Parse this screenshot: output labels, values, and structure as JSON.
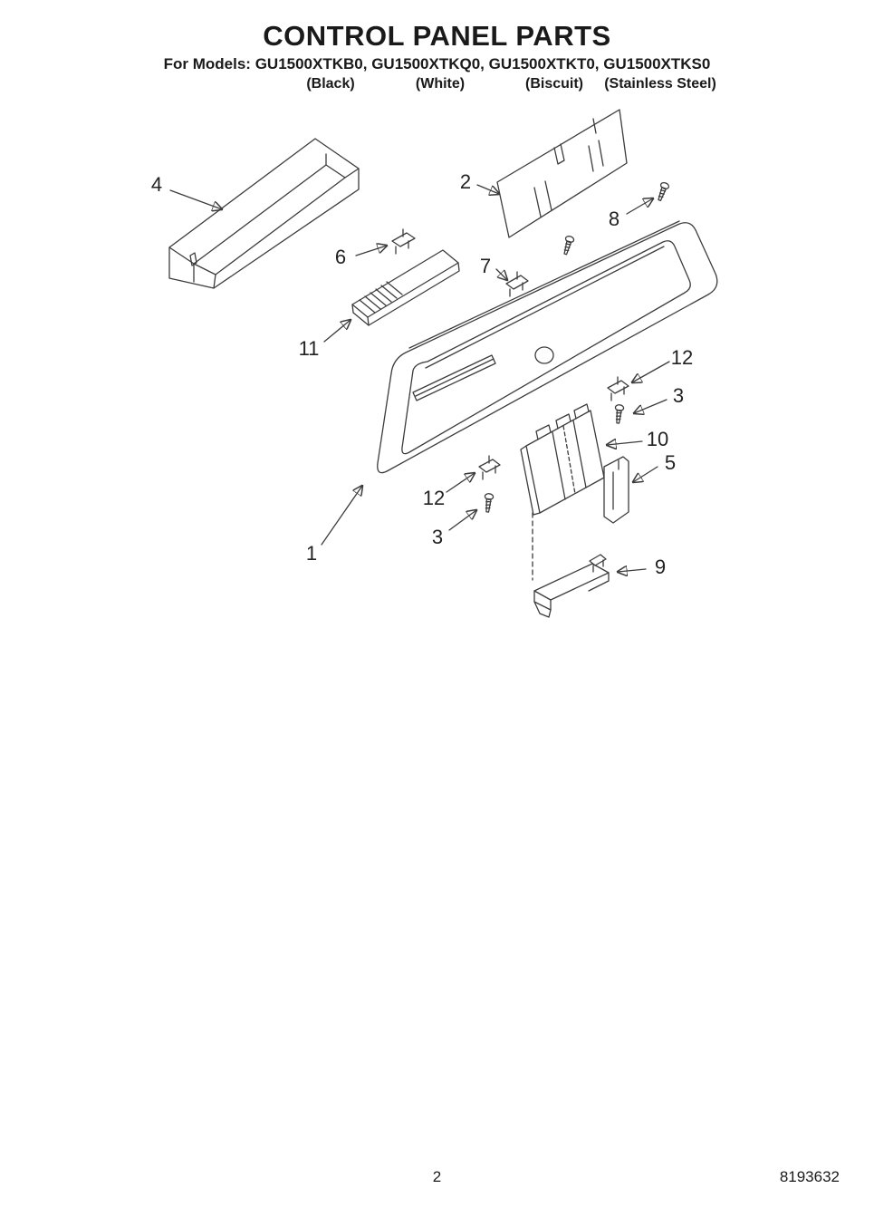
{
  "header": {
    "title": "CONTROL PANEL PARTS",
    "models_line": "For Models: GU1500XTKB0, GU1500XTKQ0, GU1500XTKT0, GU1500XTKS0",
    "colors": [
      "(Black)",
      "(White)",
      "(Biscuit)",
      "(Stainless Steel)"
    ]
  },
  "callouts": [
    "4",
    "2",
    "6",
    "7",
    "8",
    "11",
    "12",
    "3",
    "10",
    "5",
    "12",
    "3",
    "1",
    "9"
  ],
  "footer": {
    "page_number": "2",
    "document_number": "8193632"
  }
}
